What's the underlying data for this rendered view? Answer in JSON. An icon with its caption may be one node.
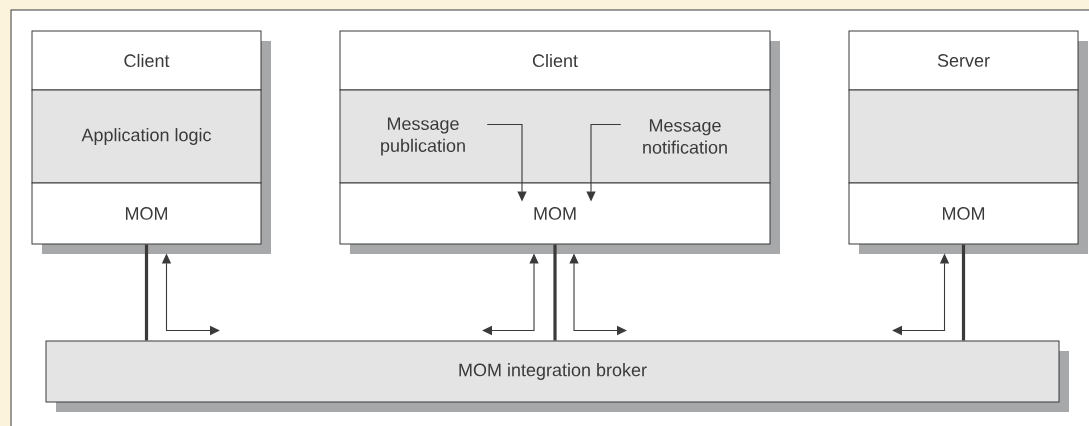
{
  "diagram": {
    "nodes": [
      {
        "text": [
          "Client"
        ]
      },
      {
        "text": [
          "Application logic"
        ]
      },
      {
        "text": [
          "MOM"
        ]
      },
      {
        "text": [
          "Client"
        ]
      },
      {
        "text": [],
        "shape": "box"
      },
      {
        "text": [
          "Message publication"
        ],
        "in": 4
      },
      {
        "text": [
          "Message notification"
        ],
        "in": 4
      },
      {
        "text": [
          "MOM"
        ]
      },
      {
        "text": [
          "Server"
        ]
      },
      {
        "text": [],
        "shape": "box"
      },
      {
        "text": [
          "MOM"
        ]
      },
      {
        "text": [
          "MOM integration broker"
        ]
      }
    ],
    "edges": [
      {
        "from": 5,
        "to": 7,
        "arrow": "to"
      },
      {
        "from": 6,
        "to": 7,
        "arrow": "to"
      },
      {
        "from": 2,
        "to": 11,
        "arrow": "none",
        "style": "thick"
      },
      {
        "from": 2,
        "to": 11,
        "arrow": "both"
      },
      {
        "from": 7,
        "to": 11,
        "arrow": "none",
        "style": "thick"
      },
      {
        "from": 7,
        "to": 11,
        "arrow": "both"
      },
      {
        "from": 7,
        "to": 11,
        "arrow": "both"
      },
      {
        "from": 10,
        "to": 11,
        "arrow": "none",
        "style": "thick"
      },
      {
        "from": 10,
        "to": 11,
        "arrow": "both"
      }
    ]
  }
}
